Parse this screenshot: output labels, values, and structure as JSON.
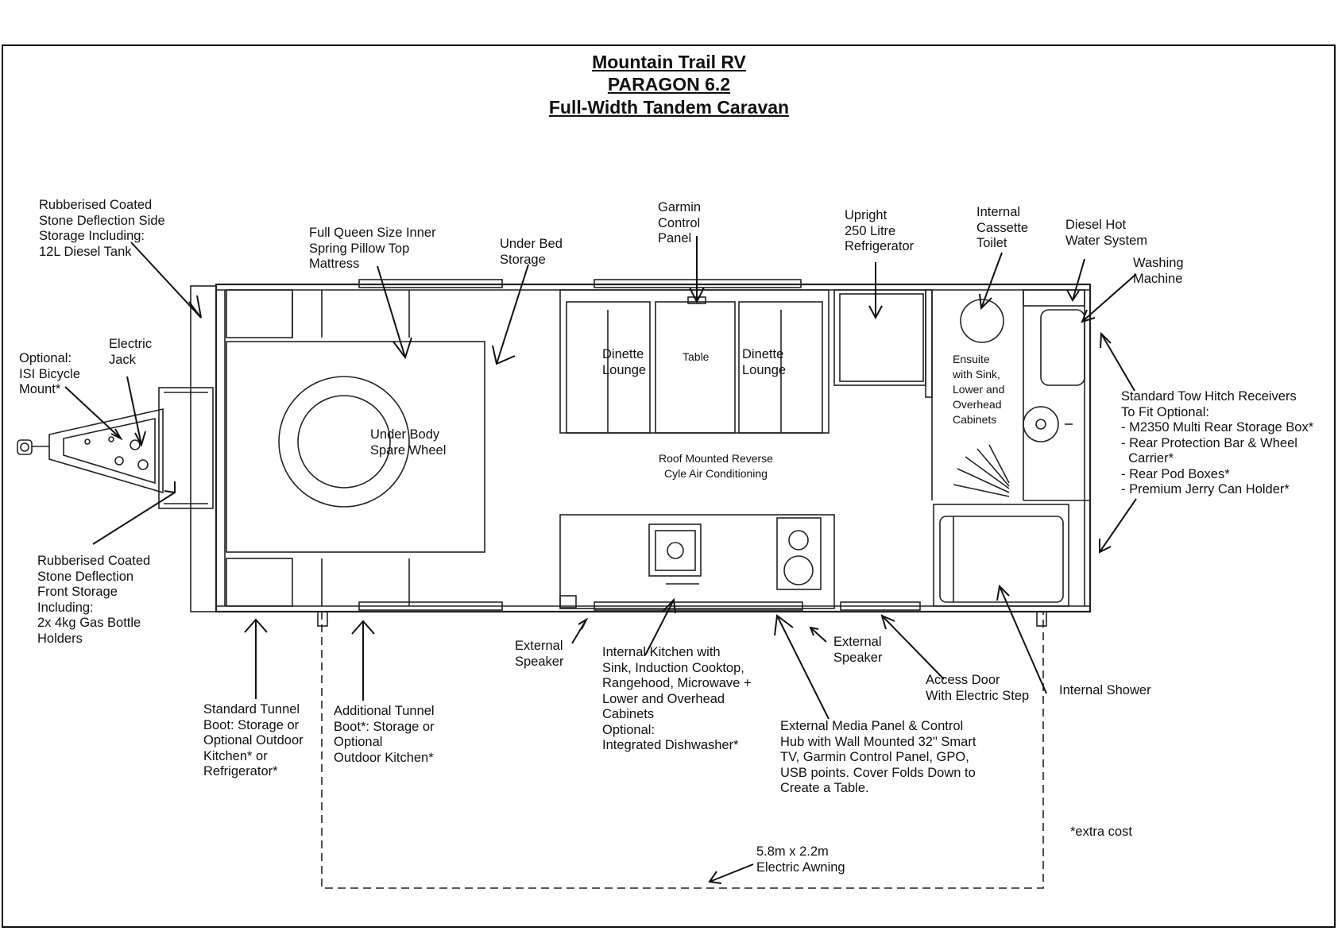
{
  "title": {
    "line1": "Mountain Trail RV",
    "line2": "PARAGON 6.2",
    "line3": "Full-Width Tandem Caravan"
  },
  "labels": {
    "side_storage": "Rubberised Coated\nStone Deflection Side\nStorage Including:\n12L Diesel Tank",
    "bicycle_mount": "Optional:\nISI Bicycle\nMount*",
    "electric_jack": "Electric\nJack",
    "front_storage": "Rubberised Coated\nStone Deflection\nFront Storage\nIncluding:\n2x 4kg Gas Bottle\nHolders",
    "mattress": "Full Queen Size Inner\nSpring Pillow Top\nMattress",
    "under_bed_storage": "Under Bed\nStorage",
    "spare_wheel": "Under Body\nSpare Wheel",
    "garmin_panel": "Garmin\nControl\nPanel",
    "dinette_left": "Dinette\nLounge",
    "table": "Table",
    "dinette_right": "Dinette\nLounge",
    "refrigerator": "Upright\n250 Litre\nRefrigerator",
    "toilet": "Internal\nCassette\nToilet",
    "diesel_hot_water": "Diesel Hot\nWater System",
    "washing_machine": "Washing\nMachine",
    "ensuite": "Ensuite\nwith Sink,\nLower and\nOverhead\nCabinets",
    "air_conditioning": "Roof Mounted Reverse\nCyle Air Conditioning",
    "tow_hitch": "Standard Tow Hitch Receivers\nTo Fit Optional:\n- M2350 Multi Rear Storage Box*\n- Rear Protection Bar & Wheel\n  Carrier*\n- Rear Pod Boxes*\n- Premium Jerry Can Holder*",
    "external_speaker_left": "External\nSpeaker",
    "kitchen": "Internal Kitchen with\nSink, Induction Cooktop,\nRangehood, Microwave +\nLower and Overhead\nCabinets\nOptional:\nIntegrated Dishwasher*",
    "external_speaker_right": "External\nSpeaker",
    "access_door": "Access Door\nWith Electric Step",
    "internal_shower": "Internal Shower",
    "standard_tunnel_boot": "Standard Tunnel\nBoot: Storage or\nOptional Outdoor\nKitchen* or\nRefrigerator*",
    "additional_tunnel_boot": "Additional Tunnel\nBoot*: Storage or\nOptional\nOutdoor Kitchen*",
    "media_panel": "External Media Panel & Control\nHub with Wall Mounted 32\" Smart\nTV, Garmin Control Panel, GPO,\nUSB points. Cover Folds Down to\nCreate a Table.",
    "extra_cost": "*extra cost",
    "awning": "5.8m x 2.2m\nElectric Awning"
  },
  "colors": {
    "line": "#222222",
    "background": "#ffffff"
  }
}
